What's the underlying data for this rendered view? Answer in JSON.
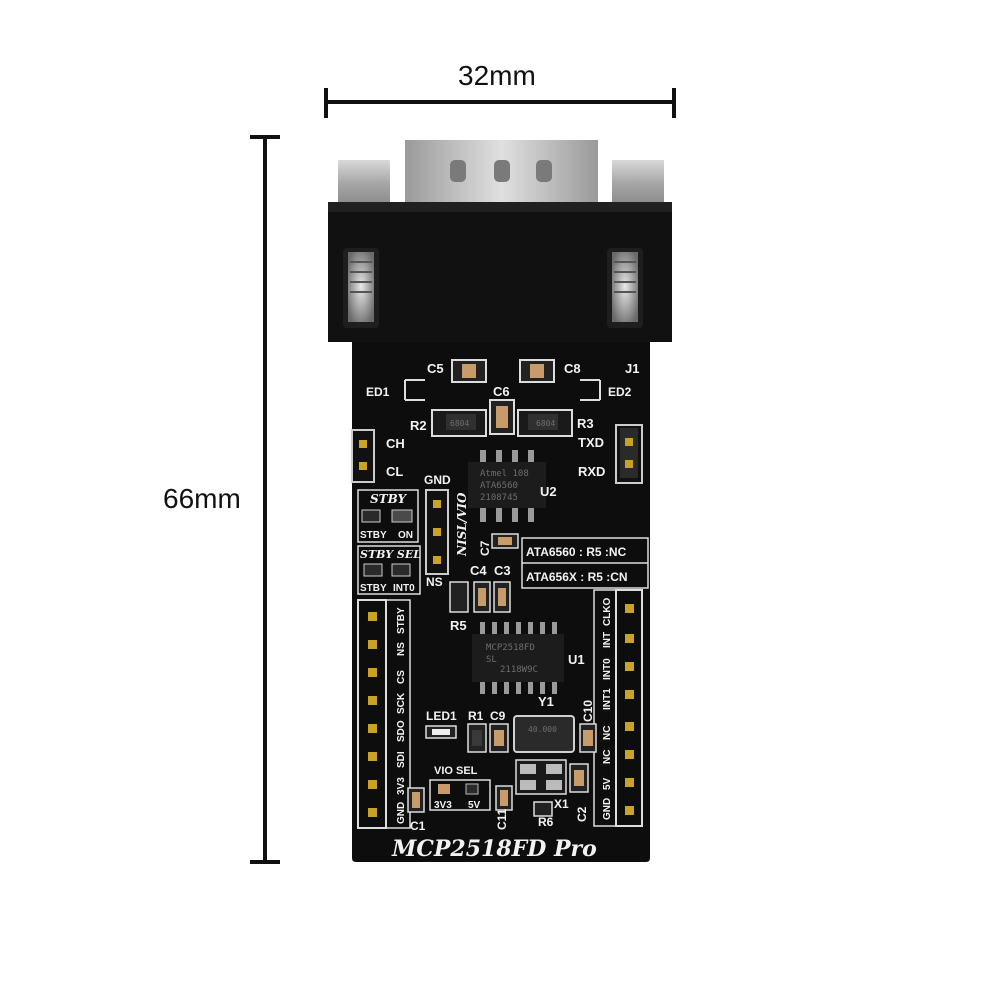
{
  "dimensions": {
    "width_label": "32mm",
    "height_label": "66mm"
  },
  "board": {
    "title": "MCP2518FD Pro",
    "connector_label": "J1",
    "silkscreen": {
      "c5": "C5",
      "c8": "C8",
      "c6": "C6",
      "ed1": "ED1",
      "ed2": "ED2",
      "r2": "R2",
      "r3": "R3",
      "ch": "CH",
      "cl": "CL",
      "txd": "TXD",
      "rxd": "RXD",
      "gnd": "GND",
      "u2": "U2",
      "nisl_vio": "NISL/VIO",
      "ns": "NS",
      "c7": "C7",
      "stby": "STBY",
      "stby_on_a": "STBY",
      "stby_on_b": "ON",
      "stby_sel": "STBY SEL",
      "stby_sel_a": "STBY",
      "stby_sel_b": "INT0",
      "note1": "ATA6560 : R5 :NC",
      "note2": "ATA656X : R5 :CN",
      "c4": "C4",
      "c3": "C3",
      "r5": "R5",
      "u1": "U1",
      "y1": "Y1",
      "led1": "LED1",
      "r1": "R1",
      "c9": "C9",
      "c10": "C10",
      "vio_sel": "VIO SEL",
      "v3v3": "3V3",
      "v5v": "5V",
      "c1": "C1",
      "c11": "C11",
      "x1": "X1",
      "r6": "R6",
      "c2": "C2"
    },
    "left_pins": [
      "STBY",
      "NS",
      "CS",
      "SCK",
      "SDO",
      "SDI",
      "3V3",
      "GND"
    ],
    "right_pins": [
      "CLKO",
      "INT",
      "INT0",
      "INT1",
      "NC",
      "NC",
      "5V",
      "GND"
    ],
    "chip_u2_lines": [
      "Atmel 108",
      "ATA6560",
      "2108745"
    ],
    "chip_u1_lines": [
      "MCP2518FD",
      "SL",
      "2118W9C"
    ],
    "resistor_r2_code": "6804",
    "resistor_r3_code": "6804",
    "crystal_code": "40.000"
  },
  "colors": {
    "pcb": "#0d0d0d",
    "silkscreen": "#f2f2f2",
    "metal": "#b5b5b5",
    "gold": "#c9a227",
    "background": "#ffffff"
  }
}
